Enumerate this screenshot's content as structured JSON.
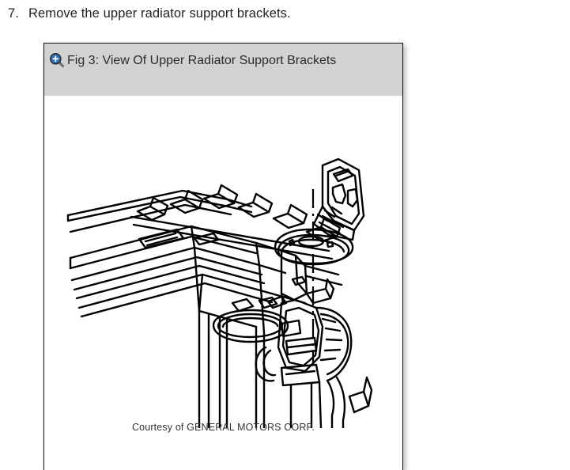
{
  "step": {
    "number": "7.",
    "text": "Remove the upper radiator support brackets."
  },
  "figure": {
    "zoom_icon_name": "zoom-in-magnifier-icon",
    "caption": "Fig 3: View Of Upper Radiator Support Brackets",
    "courtesy": "Courtesy of GENERAL MOTORS CORP.",
    "illustration_alt": "Line drawing of upper radiator support beam with detachable L-shaped support bracket above and centerline indicating mounting position",
    "header_background": "#d2d2d2",
    "border_color": "#111111",
    "line_art_color": "#000000",
    "panel_background": "#ffffff"
  }
}
